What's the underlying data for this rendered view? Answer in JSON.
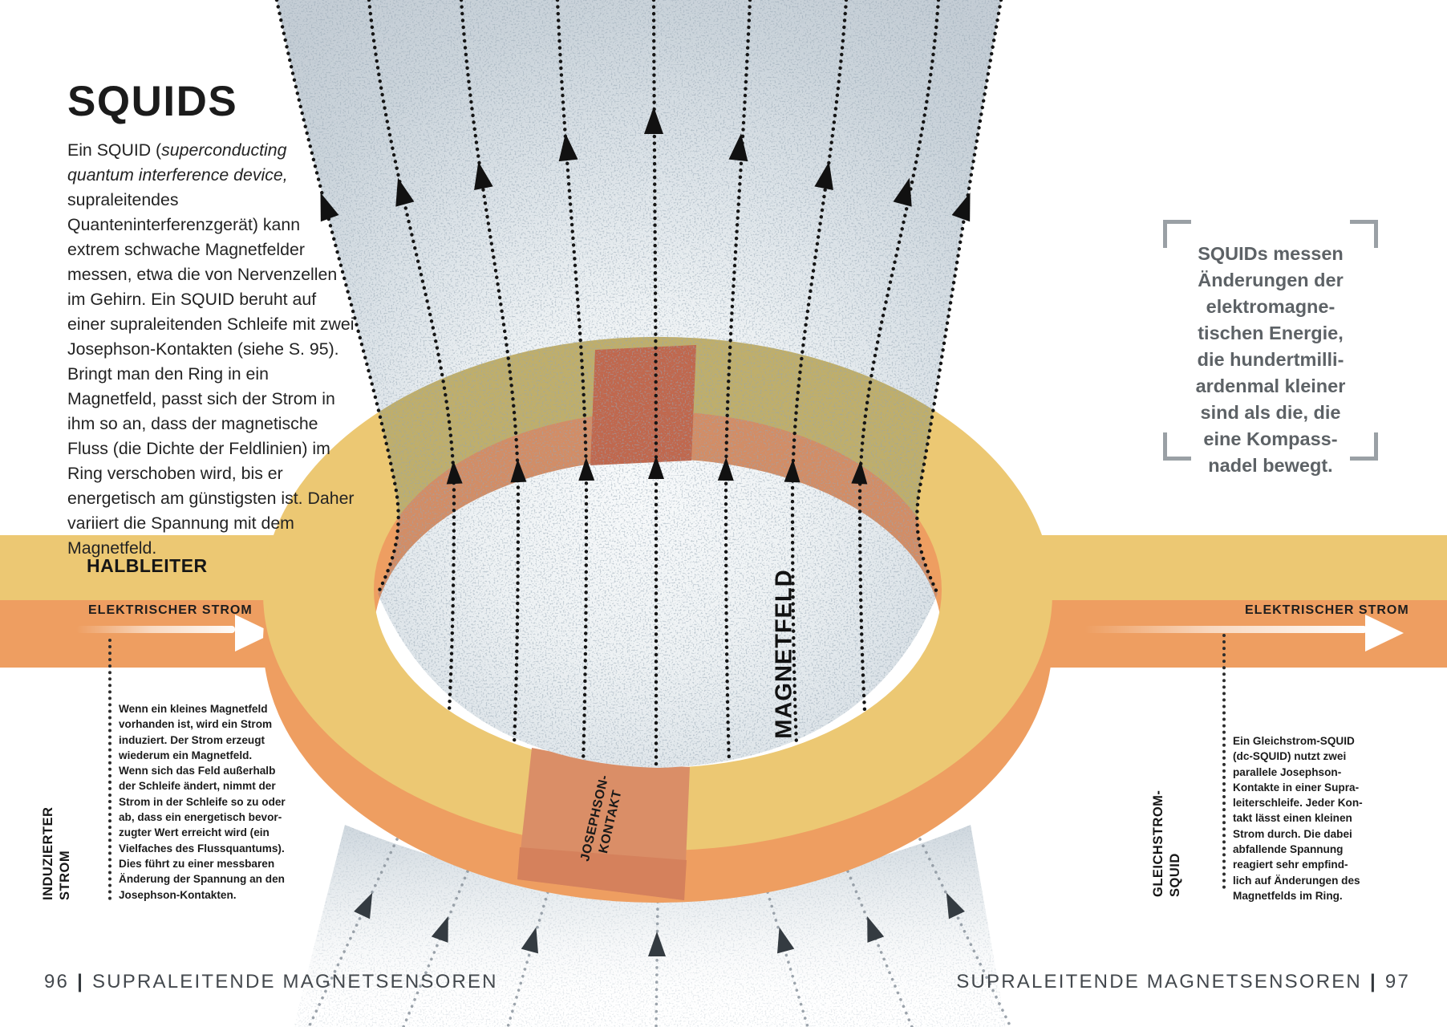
{
  "title": "SQUIDS",
  "intro": {
    "pre": "Ein SQUID (",
    "italic": "superconducting quantum interference device,",
    "post": " supraleitendes Quanteninterferenzgerät) kann extrem schwache Magnetfelder messen, etwa die von Nervenzellen im Gehirn. Ein SQUID beruht auf einer supraleitenden Schleife mit zwei Josephson-Kontakten (siehe S. 95). Bringt man den Ring in ein Magnetfeld, passt sich der Strom in ihm so an, dass der magnetische Fluss (die Dichte der Feldlinien) im Ring verschoben wird, bis er energetisch am günstigsten ist. Daher variiert die Spannung mit dem Magnetfeld."
  },
  "quote": {
    "text": "SQUIDs messen\nÄnderungen der\nelektromagne-\ntischen Energie,\ndie hundertmilli-\nardenmal kleiner\nsind als die, die\neine Kompass-\nnadel bewegt."
  },
  "diagram": {
    "halbleiter": "HALBLEITER",
    "strom_left": "ELEKTRISCHER STROM",
    "strom_right": "ELEKTRISCHER STROM",
    "magnetfeld": "MAGNETFELD",
    "josephson": "JOSEPHSON-\nKONTAKT",
    "induzierter": "INDUZIERTER\nSTROM",
    "gleichstrom": "GLEICHSTROM-\nSQUID"
  },
  "notes": {
    "left": "Wenn ein kleines Magnetfeld\nvorhanden ist, wird ein Strom\ninduziert. Der Strom erzeugt\nwiederum ein Magnetfeld.\nWenn sich das Feld außerhalb\nder Schleife ändert, nimmt der\nStrom in der Schleife so zu oder\nab, dass ein energetisch bevor-\nzugter Wert erreicht wird (ein\nVielfaches des Flussquantums).\nDies führt zu einer messbaren\nÄnderung der Spannung an den\nJosephson-Kontakten.",
    "right": "Ein Gleichstrom-SQUID\n(dc-SQUID) nutzt zwei\nparallele Josephson-\nKontakte in einer Supra-\nleiterschleife. Jeder Kon-\ntakt lässt einen kleinen\nStrom durch. Die dabei\nabfallende Spannung\nreagiert sehr empfind-\nlich auf Änderungen des\nMagnetfelds im Ring."
  },
  "footer": {
    "left_page": "96",
    "separator": "|",
    "left_text": "SUPRALEITENDE MAGNETSENSOREN",
    "right_text": "SUPRALEITENDE MAGNETSENSOREN",
    "right_page": "97"
  },
  "colors": {
    "ring_yellow": "#ecc873",
    "ring_orange": "#ee9e61",
    "josephson_contact_front": "#da8e67",
    "josephson_contact_back": "#c4614a",
    "field_blue_gray": "#ccd5dc",
    "yellow_under_field": "#bfae6b",
    "orange_under_field": "#d28d66",
    "quote_gray": "#5d6266",
    "footer_gray": "#43484d"
  }
}
